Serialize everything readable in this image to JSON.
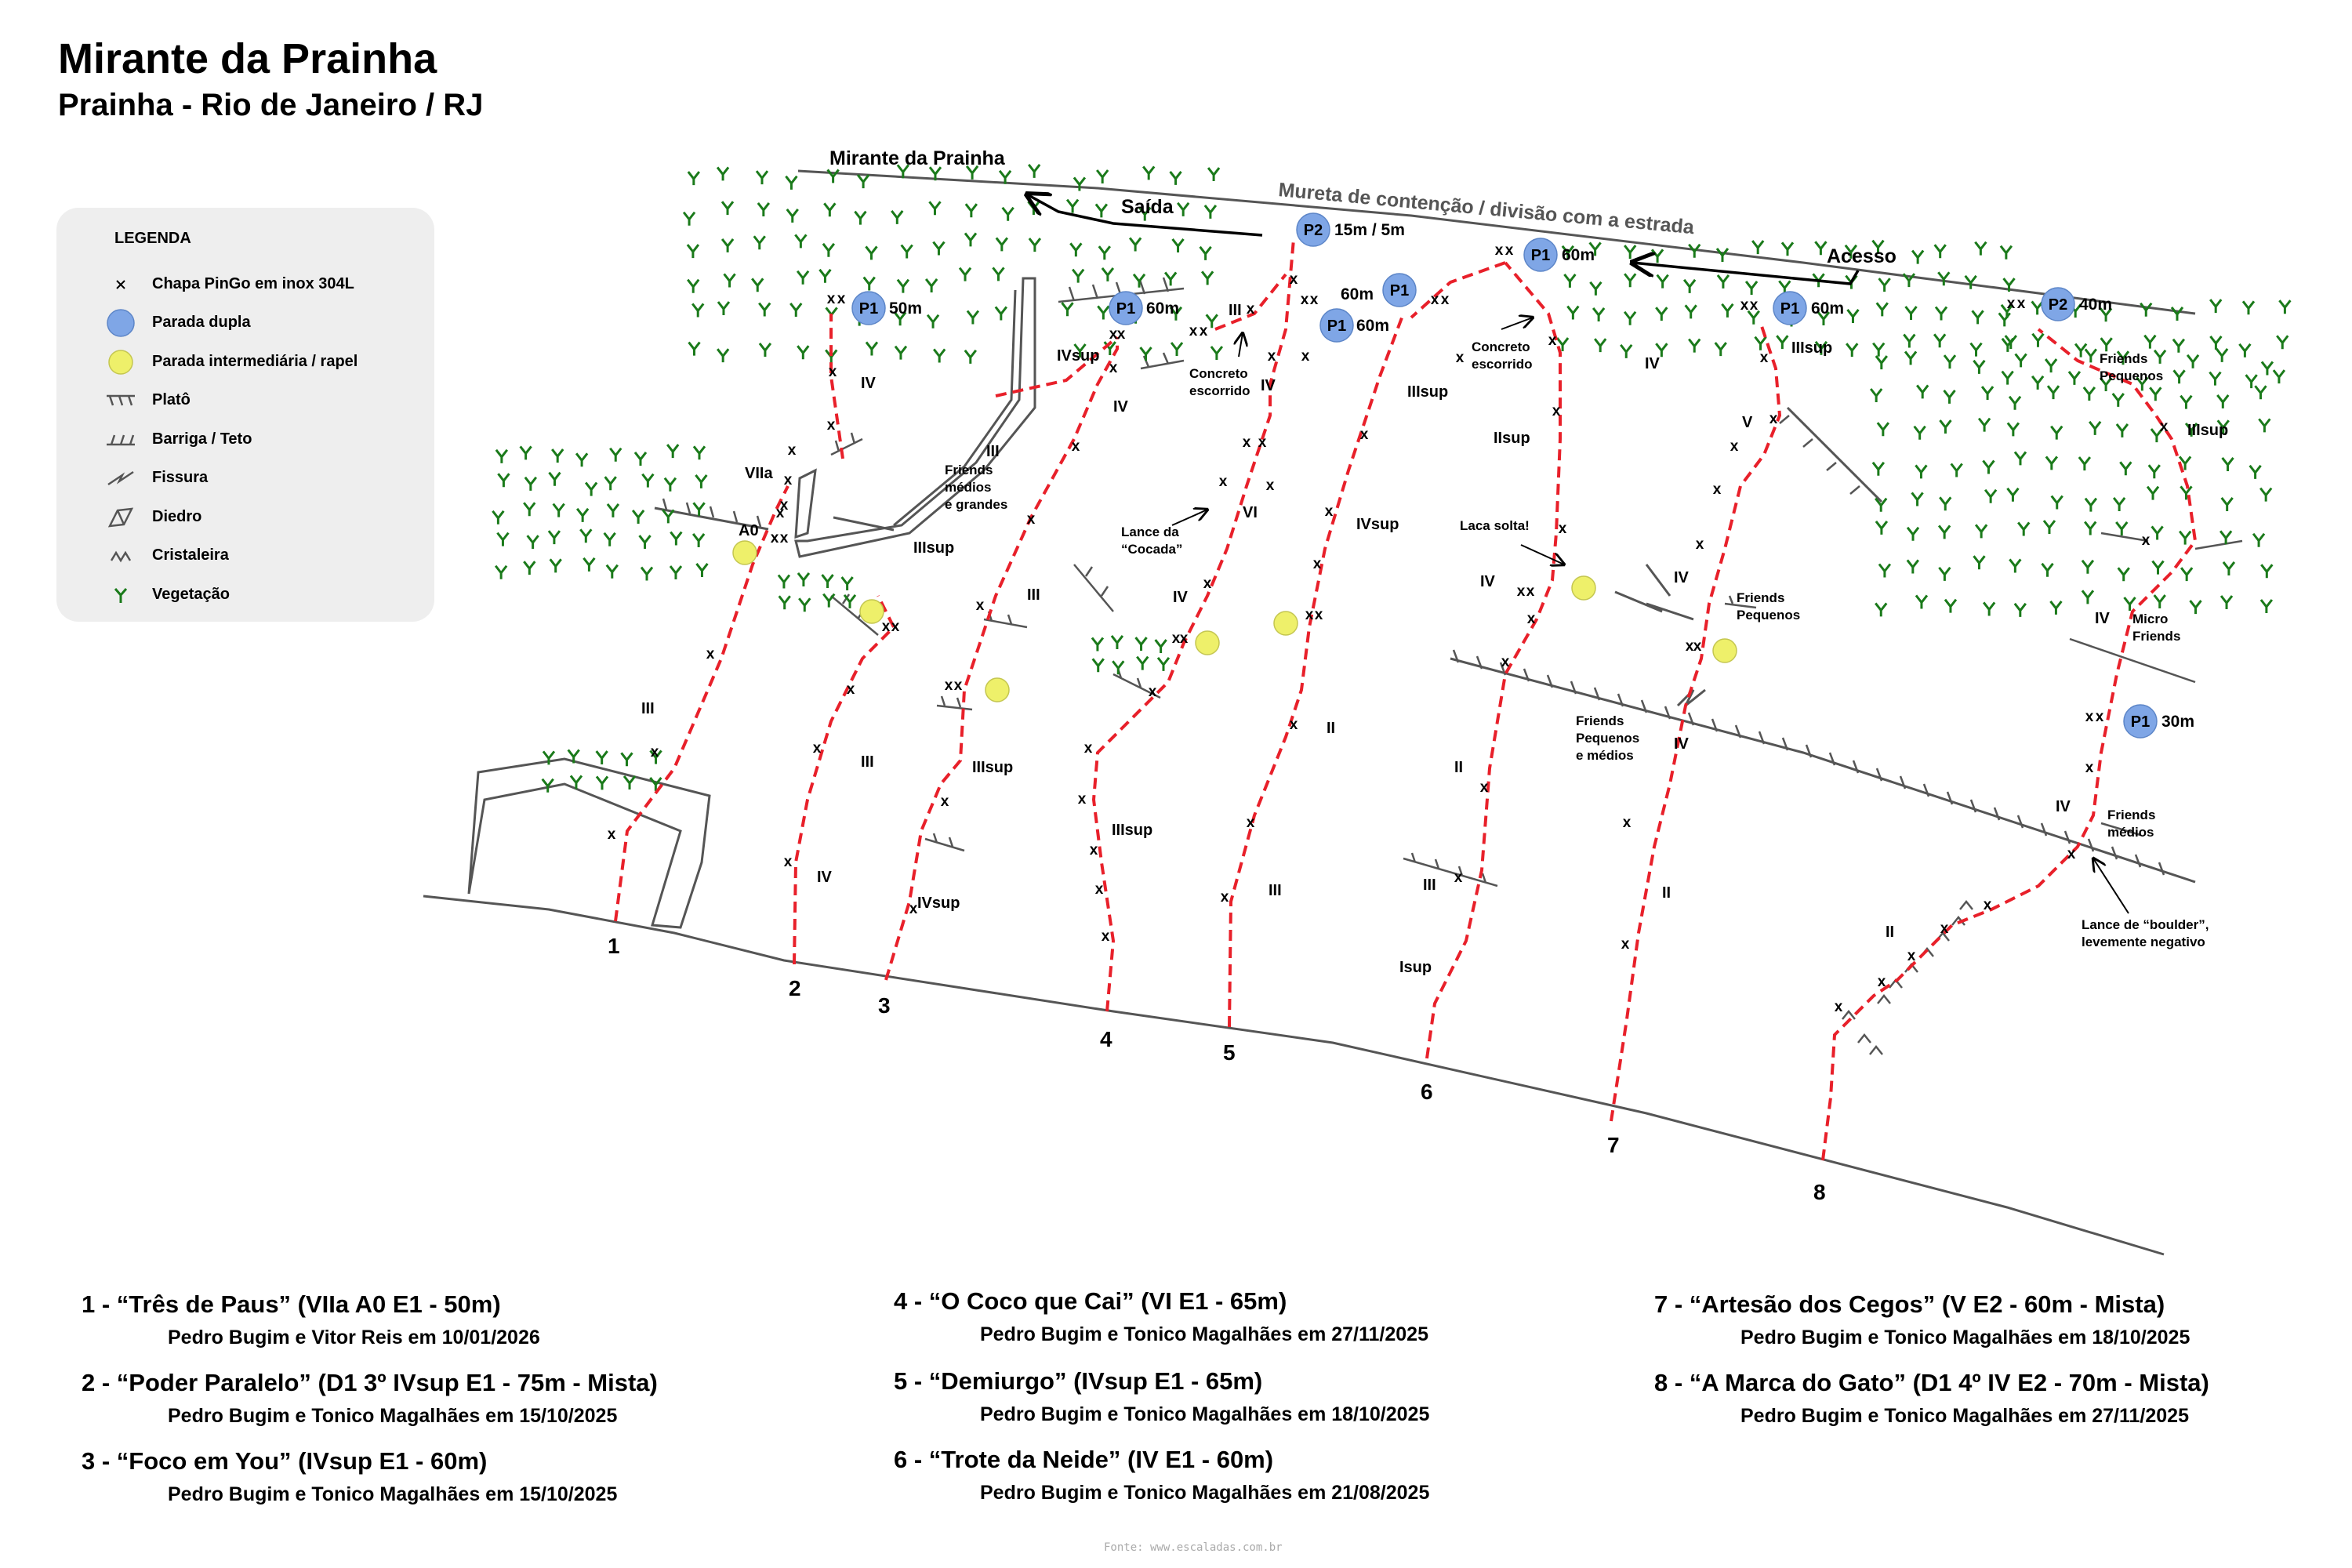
{
  "header": {
    "title": "Mirante da Prainha",
    "subtitle": "Prainha - Rio de Janeiro / RJ"
  },
  "colors": {
    "route": "#e8202a",
    "rock": "#555555",
    "vegetation": "#1a7a1a",
    "station_fill": "#7fa6e6",
    "intermediate_fill": "#eef06a",
    "legend_bg": "#eeeeee"
  },
  "legend": {
    "title": "LEGENDA",
    "items": [
      {
        "icon": "bolt-icon",
        "label": "Chapa PinGo em inox 304L"
      },
      {
        "icon": "double-anchor-icon",
        "label": "Parada dupla"
      },
      {
        "icon": "intermediate-anchor-icon",
        "label": "Parada intermediária / rapel"
      },
      {
        "icon": "ledge-icon",
        "label": "Platô"
      },
      {
        "icon": "roof-icon",
        "label": "Barriga / Teto"
      },
      {
        "icon": "crack-icon",
        "label": "Fissura"
      },
      {
        "icon": "dihedral-icon",
        "label": "Diedro"
      },
      {
        "icon": "crystal-icon",
        "label": "Cristaleira"
      },
      {
        "icon": "vegetation-icon",
        "label": "Vegetação"
      }
    ]
  },
  "topo": {
    "top_label": "Mirante da Prainha",
    "wall_label": "Mureta de contenção / divisão com a estrada",
    "exit_label": "Saída",
    "access_label": "Acesso",
    "route_numbers": [
      "1",
      "2",
      "3",
      "4",
      "5",
      "6",
      "7",
      "8"
    ],
    "stations": [
      {
        "label": "P1",
        "extra": "50m"
      },
      {
        "label": "P1",
        "extra": "60m"
      },
      {
        "label": "P2",
        "extra": "15m / 5m"
      },
      {
        "label": "P1",
        "extra": "60m"
      },
      {
        "label": "P1",
        "extra": "60m"
      },
      {
        "label": "P1",
        "extra": "60m"
      },
      {
        "label": "P1",
        "extra": "60m"
      },
      {
        "label": "P2",
        "extra": "40m"
      },
      {
        "label": "P1",
        "extra": "30m"
      }
    ],
    "grades": [
      "IV",
      "VIIa",
      "A0",
      "III",
      "III",
      "IV",
      "III",
      "IVsup",
      "IIIsup",
      "IVsup",
      "IIIsup",
      "III",
      "IV",
      "IV",
      "IIIsup",
      "III",
      "VI",
      "IV",
      "IV",
      "IVsup",
      "II",
      "III",
      "IIIsup",
      "IIsup",
      "IV",
      "II",
      "III",
      "Isup",
      "IIIsup",
      "V",
      "IV",
      "IV",
      "II",
      "IIIsup",
      "IV",
      "IV",
      "II"
    ],
    "notes": {
      "n1": [
        "Friends",
        "médios",
        "e grandes"
      ],
      "n2": [
        "Concreto",
        "escorrido"
      ],
      "n3": [
        "Lance da",
        "“Cocada”"
      ],
      "n4": [
        "Concreto",
        "escorrido"
      ],
      "n5": [
        "Laca solta!"
      ],
      "n6": [
        "Friends",
        "Pequenos"
      ],
      "n7": [
        "Friends",
        "Pequenos"
      ],
      "n8": [
        "Friends",
        "Pequenos",
        "e médios"
      ],
      "n9": [
        "Micro",
        "Friends"
      ],
      "n10": [
        "Friends",
        "médios"
      ],
      "n11": [
        "Lance de “boulder”,",
        "levemente negativo"
      ]
    }
  },
  "routes": [
    {
      "title": "1 - “Três de Paus” (VIIa A0 E1 - 50m)",
      "authors": "Pedro Bugim e Vitor Reis em 10/01/2026"
    },
    {
      "title": "2 - “Poder Paralelo” (D1 3º IVsup E1 - 75m - Mista)",
      "authors": "Pedro Bugim e Tonico Magalhães em 15/10/2025"
    },
    {
      "title": "3 - “Foco em You” (IVsup E1 - 60m)",
      "authors": "Pedro Bugim e Tonico Magalhães em 15/10/2025"
    },
    {
      "title": "4 - “O Coco que Cai” (VI E1 - 65m)",
      "authors": "Pedro Bugim e Tonico Magalhães em 27/11/2025"
    },
    {
      "title": "5 - “Demiurgo” (IVsup E1 - 65m)",
      "authors": "Pedro Bugim e Tonico Magalhães em 18/10/2025"
    },
    {
      "title": "6 - “Trote da Neide” (IV E1 - 60m)",
      "authors": "Pedro Bugim e Tonico Magalhães em 21/08/2025"
    },
    {
      "title": "7 - “Artesão dos Cegos” (V E2 - 60m - Mista)",
      "authors": "Pedro Bugim e Tonico Magalhães em 18/10/2025"
    },
    {
      "title": "8 - “A Marca do Gato” (D1 4º IV E2 - 70m - Mista)",
      "authors": "Pedro Bugim e Tonico Magalhães em 27/11/2025"
    }
  ],
  "source": "Fonte: www.escaladas.com.br"
}
